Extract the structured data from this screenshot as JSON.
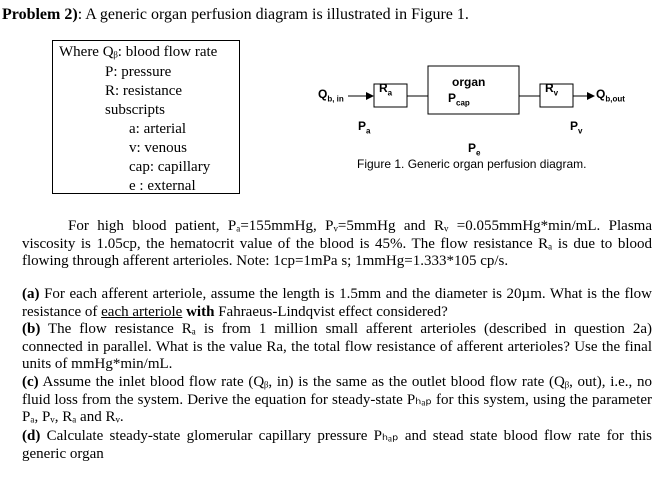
{
  "title": {
    "prefix": "Problem 2)",
    "text": ": A generic organ perfusion diagram is illustrated in Figure 1."
  },
  "legend": {
    "lines": [
      "Where Qᵦ: blood flow rate",
      "P: pressure",
      "R: resistance",
      "subscripts",
      "a: arterial",
      "v: venous",
      "cap: capillary",
      "e : external"
    ]
  },
  "diagram": {
    "q_in": "Q",
    "q_in_sub": "b, in",
    "r_a": "R",
    "r_a_sub": "a",
    "organ": "organ",
    "p_cap": "P",
    "p_cap_sub": "cap",
    "r_v": "R",
    "r_v_sub": "v",
    "q_out": "Q",
    "q_out_sub": "b,out",
    "p_a": "P",
    "p_a_sub": "a",
    "p_v": "P",
    "p_v_sub": "v",
    "p_e": "P",
    "p_e_sub": "e",
    "caption": "Figure 1. Generic organ perfusion diagram."
  },
  "intro": "For high blood patient, Pₐ=155mmHg, Pᵥ=5mmHg and Rᵥ =0.055mmHg*min/mL. Plasma viscosity is 1.05cp, the hematocrit value of the blood is 45%. The flow resistance Rₐ is due to blood flowing through afferent arterioles. Note: 1cp=1mPa s; 1mmHg=1.333*105 cp/s.",
  "question_a": {
    "label": "(a)",
    "text_before": " For each afferent arteriole, assume the length is 1.5mm and the diameter is 20µm. What is the flow resistance of ",
    "underlined": "each arteriole",
    "bold_with": " with",
    "text_after": " Fahraeus-Lindqvist effect considered?"
  },
  "question_b": {
    "label": "(b)",
    "text": " The flow resistance Rₐ is from 1 million small afferent arterioles (described in question 2a) connected in parallel. What is the value Ra, the total flow resistance of afferent arterioles? Use the final units of mmHg*min/mL."
  },
  "question_c": {
    "label": "(c)",
    "text": " Assume the inlet blood flow rate (Qᵦ, in) is the same as the outlet blood flow rate (Qᵦ, out), i.e., no fluid loss from the system. Derive the equation for steady-state Pₕₐₚ for this system, using the parameter Pₐ, Pᵥ, Rₐ and Rᵥ."
  },
  "question_d": {
    "label": "(d)",
    "text": " Calculate steady-state glomerular capillary pressure Pₕₐₚ and stead state blood flow rate for this generic organ"
  }
}
